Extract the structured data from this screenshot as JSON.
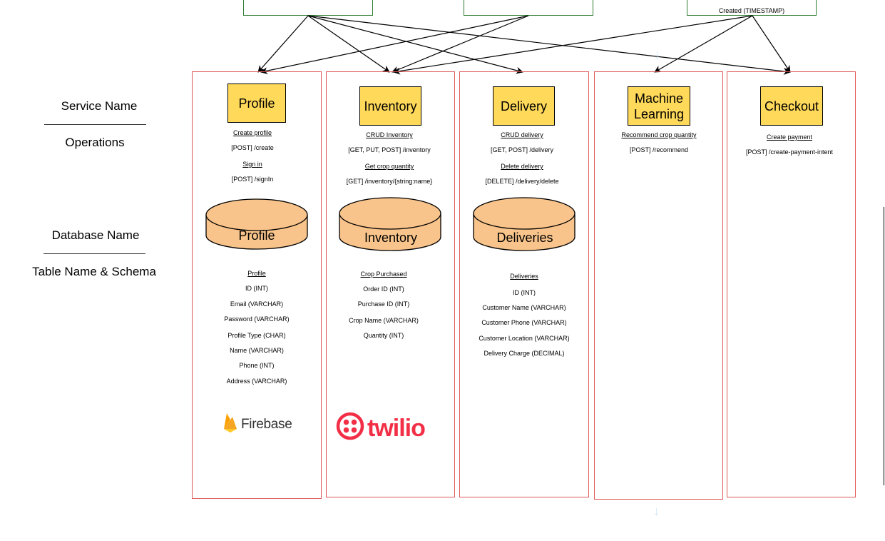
{
  "top_boxes": [
    {
      "label": ""
    },
    {
      "label": ""
    },
    {
      "label": "Created (TIMESTAMP)"
    }
  ],
  "legend": {
    "service_name": "Service Name",
    "operations": "Operations",
    "database_name": "Database Name",
    "table_schema": "Table Name & Schema"
  },
  "services": {
    "profile": {
      "title": "Profile",
      "operations": [
        "Create profile",
        "[POST] /create",
        "Sign in",
        "[POST] /signIn"
      ],
      "database": "Profile",
      "table": [
        "Profile",
        "ID (INT)",
        "Email (VARCHAR)",
        "Password (VARCHAR)",
        "Profile Type (CHAR)",
        "Name (VARCHAR)",
        "Phone (INT)",
        "Address (VARCHAR)"
      ],
      "logo": "Firebase"
    },
    "inventory": {
      "title": "Inventory",
      "operations": [
        "CRUD Inventory",
        "[GET, PUT, POST] /inventory",
        "Get crop quantity",
        "[GET] /inventory/{string:name}"
      ],
      "database": "Inventory",
      "table": [
        "Crop Purchased",
        "Order ID (INT)",
        "Purchase ID (INT)",
        "Crop Name (VARCHAR)",
        "Quantity (INT)"
      ],
      "logo": "twilio"
    },
    "delivery": {
      "title": "Delivery",
      "operations": [
        "CRUD delivery",
        "[GET, POST] /delivery",
        "Delete delivery",
        "[DELETE] /delivery/delete"
      ],
      "database": "Deliveries",
      "table": [
        "Deliveries",
        "ID (INT)",
        "Customer Name (VARCHAR)",
        "Customer Phone (VARCHAR)",
        "Customer Location (VARCHAR)",
        "Delivery Charge (DECIMAL)"
      ]
    },
    "ml": {
      "title_line1": "Machine",
      "title_line2": "Learning",
      "operations": [
        "Recommend crop quantity",
        "[POST] /recommend"
      ]
    },
    "checkout": {
      "title": "Checkout",
      "operations": [
        "Create payment",
        "[POST] /create-payment-intent"
      ]
    }
  },
  "colors": {
    "service_fill": "#ffd95a",
    "db_fill": "#f9c48b",
    "column_border": "#e05a5a",
    "top_box_border": "#2e7d32",
    "twilio": "#f22f46",
    "firebase": "#f6a623"
  },
  "icons": [
    "firebase-flame-icon",
    "twilio-logo-icon",
    "arrow-down-icon"
  ]
}
